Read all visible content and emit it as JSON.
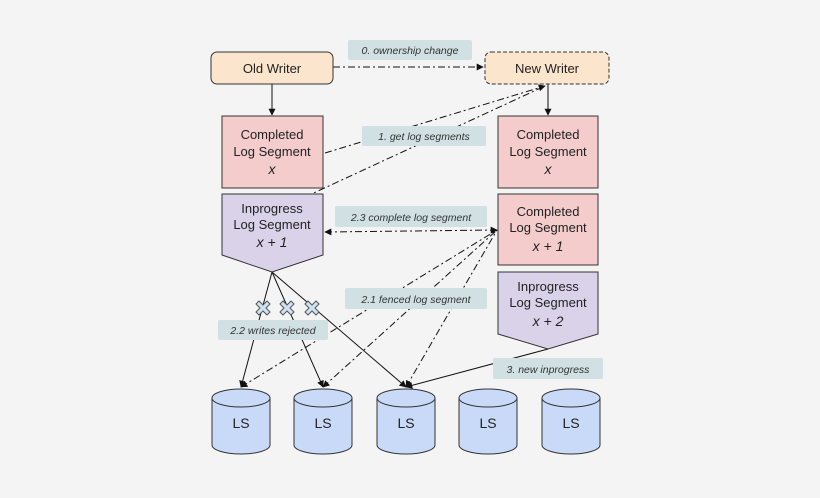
{
  "writers": {
    "old": "Old Writer",
    "new": "New Writer"
  },
  "old_stack": {
    "completed": {
      "line1": "Completed",
      "line2": "Log Segment",
      "line3": "x"
    },
    "inprogress": {
      "line1": "Inprogress",
      "line2": "Log Segment",
      "line3": "x + 1"
    }
  },
  "new_stack": {
    "completed_x": {
      "line1": "Completed",
      "line2": "Log Segment",
      "line3": "x"
    },
    "completed_x1": {
      "line1": "Completed",
      "line2": "Log Segment",
      "line3": "x + 1"
    },
    "inprogress_x2": {
      "line1": "Inprogress",
      "line2": "Log Segment",
      "line3": "x + 2"
    }
  },
  "steps": {
    "s0": "0. ownership change",
    "s1": "1. get log segments",
    "s23": "2.3 complete log segment",
    "s21": "2.1 fenced log segment",
    "s22": "2.2 writes rejected",
    "s3": "3. new inprogress"
  },
  "ls": [
    "LS",
    "LS",
    "LS",
    "LS",
    "LS"
  ],
  "colors": {
    "writer_fill": "#fce5cd",
    "completed_fill": "#f4cccc",
    "inprogress_fill": "#d9d2e9",
    "label_fill": "#d0e0e3",
    "ls_fill": "#c9daf8",
    "reject_fill": "#cfe2f3"
  }
}
